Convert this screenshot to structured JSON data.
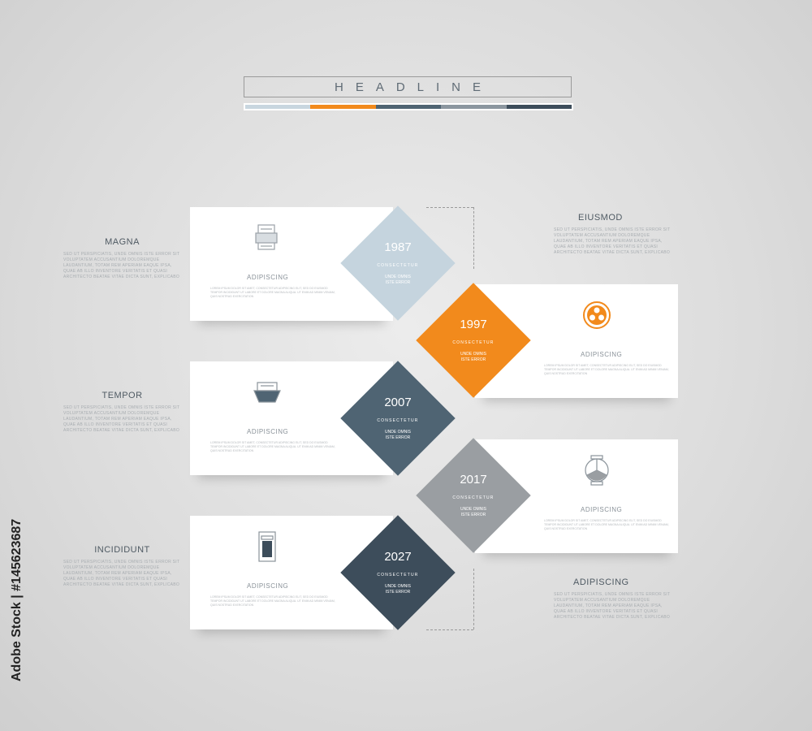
{
  "headline": "HEADLINE",
  "headline_bar_colors": [
    "#c8d6df",
    "#f28a1c",
    "#4f6473",
    "#8b969f",
    "#3d4d5b"
  ],
  "steps": [
    {
      "year": "1987",
      "sub": "CONSECTETUR",
      "sub2a": "UNDE OMNIS",
      "sub2b": "ISTE ERROR",
      "color": "#c5d4de",
      "card_label": "ADIPISCING",
      "icon": "document-stack-icon",
      "card_text": "LOREM IPSUM DOLOR SIT AMET, CONSECTETUR ADIPISCING ELIT, SED DO EIUSMOD TEMPOR INCIDIDUNT UT LABORE ET DOLORE MAGNA ALIQUA. UT ENIM AD MINIM VENIAM, QUIS NOSTRUD EXERCITATION"
    },
    {
      "year": "1997",
      "sub": "CONSECTETUR",
      "sub2a": "UNDE OMNIS",
      "sub2b": "ISTE ERROR",
      "color": "#f28a1c",
      "card_label": "ADIPISCING",
      "icon": "three-dots-circle-icon",
      "card_text": "LOREM IPSUM DOLOR SIT AMET, CONSECTETUR ADIPISCING ELIT, SED DO EIUSMOD TEMPOR INCIDIDUNT UT LABORE ET DOLORE MAGNA ALIQUA. UT ENIM AD MINIM VENIAM, QUIS NOSTRUD EXERCITATION"
    },
    {
      "year": "2007",
      "sub": "CONSECTETUR",
      "sub2a": "UNDE OMNIS",
      "sub2b": "ISTE ERROR",
      "color": "#4f6473",
      "card_label": "ADIPISCING",
      "icon": "tray-icon",
      "card_text": "LOREM IPSUM DOLOR SIT AMET, CONSECTETUR ADIPISCING ELIT, SED DO EIUSMOD TEMPOR INCIDIDUNT UT LABORE ET DOLORE MAGNA ALIQUA. UT ENIM AD MINIM VENIAM, QUIS NOSTRUD EXERCITATION"
    },
    {
      "year": "2017",
      "sub": "CONSECTETUR",
      "sub2a": "UNDE OMNIS",
      "sub2b": "ISTE ERROR",
      "color": "#9a9ea2",
      "card_label": "ADIPISCING",
      "icon": "pie-chart-icon",
      "card_text": "LOREM IPSUM DOLOR SIT AMET, CONSECTETUR ADIPISCING ELIT, SED DO EIUSMOD TEMPOR INCIDIDUNT UT LABORE ET DOLORE MAGNA ALIQUA. UT ENIM AD MINIM VENIAM, QUIS NOSTRUD EXERCITATION"
    },
    {
      "year": "2027",
      "sub": "CONSECTETUR",
      "sub2a": "UNDE OMNIS",
      "sub2b": "ISTE ERROR",
      "color": "#3d4d5b",
      "card_label": "ADIPISCING",
      "icon": "phone-icon",
      "card_text": "LOREM IPSUM DOLOR SIT AMET, CONSECTETUR ADIPISCING ELIT, SED DO EIUSMOD TEMPOR INCIDIDUNT UT LABORE ET DOLORE MAGNA ALIQUA. UT ENIM AD MINIM VENIAM, QUIS NOSTRUD EXERCITATION"
    }
  ],
  "side_notes": {
    "magna": {
      "title": "MAGNA",
      "body": "SED UT PERSPICIATIS, UNDE OMNIS ISTE ERROR SIT VOLUPTATEM ACCUSANTIUM DOLOREMQUE LAUDANTIUM, TOTAM REM APERIAM EAQUE IPSA, QUAE AB ILLO INVENTORE VERITATIS ET QUASI ARCHITECTO BEATAE VITAE DICTA SUNT, EXPLICABO"
    },
    "tempor": {
      "title": "TEMPOR",
      "body": "SED UT PERSPICIATIS, UNDE OMNIS ISTE ERROR SIT VOLUPTATEM ACCUSANTIUM DOLOREMQUE LAUDANTIUM, TOTAM REM APERIAM EAQUE IPSA, QUAE AB ILLO INVENTORE VERITATIS ET QUASI ARCHITECTO BEATAE VITAE DICTA SUNT, EXPLICABO"
    },
    "incididunt": {
      "title": "INCIDIDUNT",
      "body": "SED UT PERSPICIATIS, UNDE OMNIS ISTE ERROR SIT VOLUPTATEM ACCUSANTIUM DOLOREMQUE LAUDANTIUM, TOTAM REM APERIAM EAQUE IPSA, QUAE AB ILLO INVENTORE VERITATIS ET QUASI ARCHITECTO BEATAE VITAE DICTA SUNT, EXPLICABO"
    },
    "eiusmod": {
      "title": "EIUSMOD",
      "body": "SED UT PERSPICIATIS, UNDE OMNIS ISTE ERROR SIT VOLUPTATEM ACCUSANTIUM DOLOREMQUE LAUDANTIUM, TOTAM REM APERIAM EAQUE IPSA, QUAE AB ILLO INVENTORE VERITATIS ET QUASI ARCHITECTO BEATAE VITAE DICTA SUNT, EXPLICABO"
    },
    "adipiscing": {
      "title": "ADIPISCING",
      "body": "SED UT PERSPICIATIS, UNDE OMNIS ISTE ERROR SIT VOLUPTATEM ACCUSANTIUM DOLOREMQUE LAUDANTIUM, TOTAM REM APERIAM EAQUE IPSA, QUAE AB ILLO INVENTORE VERITATIS ET QUASI ARCHITECTO BEATAE VITAE DICTA SUNT, EXPLICABO"
    }
  },
  "watermark": "Adobe Stock | #145623687"
}
